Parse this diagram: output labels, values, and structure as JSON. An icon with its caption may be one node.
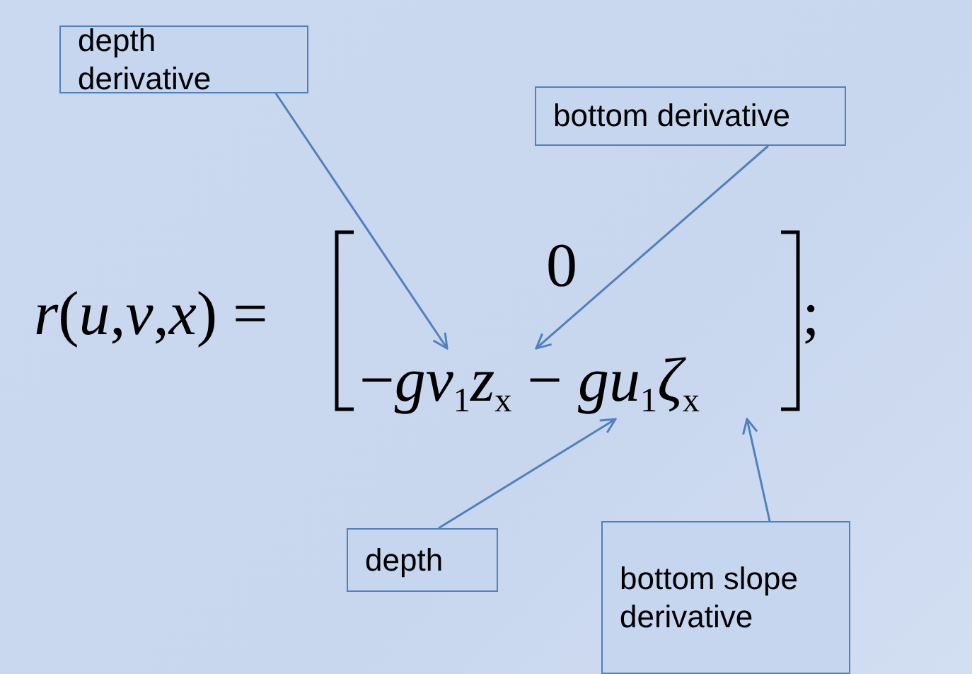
{
  "diagram": {
    "nodes": [
      {
        "text": [
          "depth derivative"
        ]
      },
      {
        "text": [
          "bottom derivative"
        ]
      },
      {
        "text": [
          "depth"
        ]
      },
      {
        "text": [
          "bottom slope derivative"
        ]
      },
      {
        "text": [
          "−*gv*$_{1}$*z*$_{x}$ − *gu*$_{1}$*ζ*$_{x}$"
        ]
      }
    ],
    "edges": [
      {
        "from": 0,
        "to": 4,
        "arrow": "to"
      },
      {
        "from": 1,
        "to": 4,
        "arrow": "to"
      },
      {
        "from": 2,
        "to": 4,
        "arrow": "to"
      },
      {
        "from": 3,
        "to": 4,
        "arrow": "to"
      }
    ],
    "labels": [
      "*r*(*u*,*v*,*x*) =",
      "0",
      ";"
    ]
  }
}
